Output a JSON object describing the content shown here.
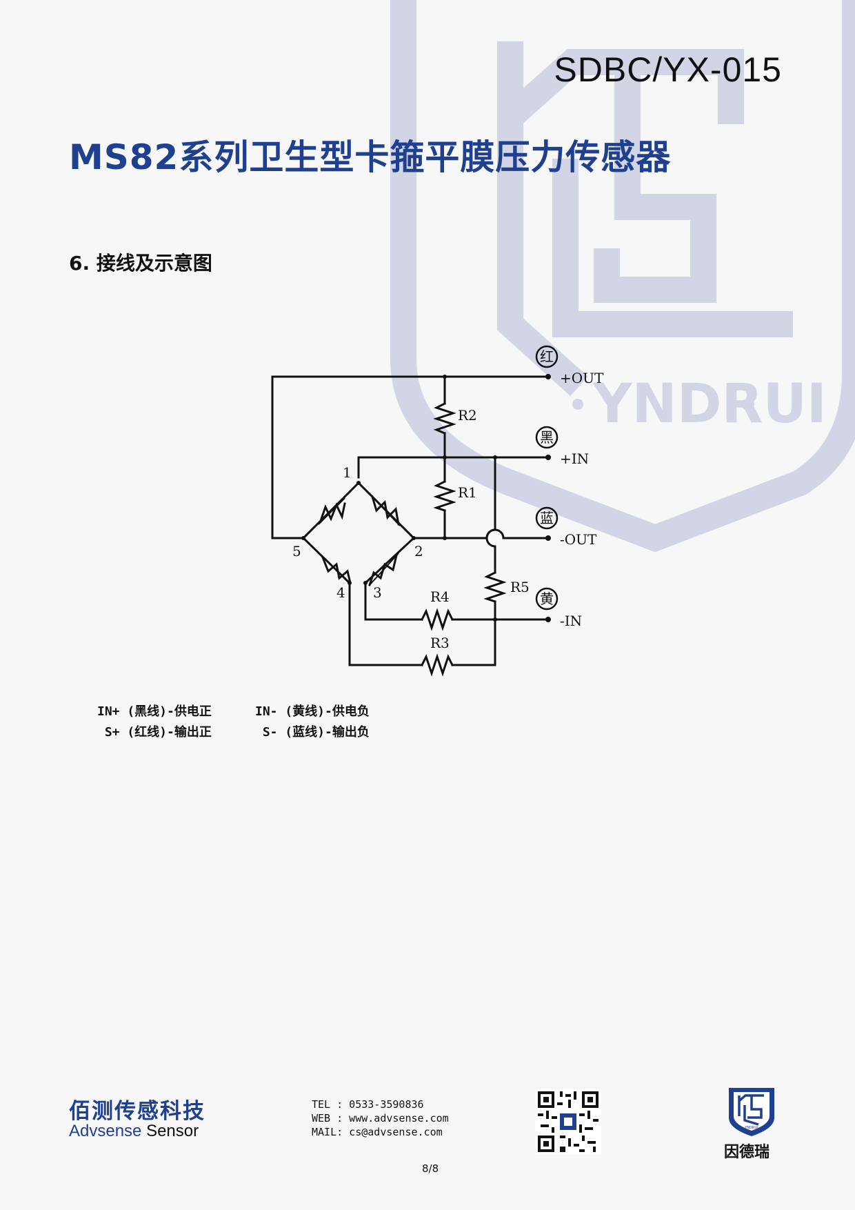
{
  "header": {
    "doc_code": "SDBC/YX-015",
    "title": "MS82系列卫生型卡箍平膜压力传感器",
    "section": "6. 接线及示意图"
  },
  "diagram": {
    "wire_colors": [
      "红",
      "黑",
      "蓝",
      "黄"
    ],
    "terminals": [
      "+OUT",
      "+IN",
      "-OUT",
      "-IN"
    ],
    "resistors": [
      "R1",
      "R2",
      "R3",
      "R4",
      "R5"
    ],
    "nodes": [
      "1",
      "2",
      "3",
      "4",
      "5"
    ]
  },
  "legend": {
    "in_plus": "IN+ (黑线)-供电正",
    "in_minus": "IN- (黄线)-供电负",
    "s_plus": " S+ (红线)-输出正",
    "s_minus": " S- (蓝线)-输出负"
  },
  "footer": {
    "company_cn": "佰测传感科技",
    "company_en_a": "Advsense",
    "company_en_b": " Sensor",
    "tel": "TEL : 0533-3590836",
    "web": "WEB : www.advsense.com",
    "mail": "MAIL: cs@advsense.com",
    "brand_name": "因德瑞",
    "logo_text": "YNDRUI",
    "page": "8/8"
  },
  "colors": {
    "brand_blue": "#1f3f8f",
    "watermark": "#d4d6e6"
  }
}
